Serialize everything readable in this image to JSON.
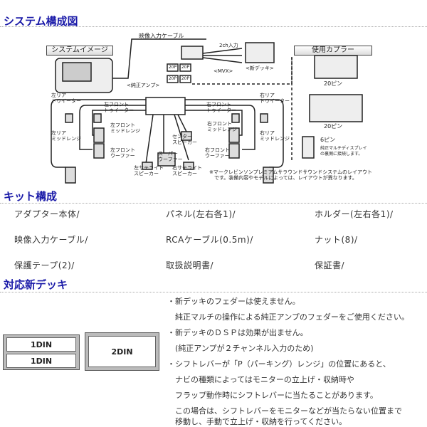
{
  "system": {
    "title": "システム構成図",
    "labels": {
      "video_cable": "映像入力ケーブル",
      "system_image": "システムイメージ",
      "coupler": "使用カプラー",
      "input_2ch": "2ch入力",
      "new_deck": "<新デッキ>",
      "mvx": "<MVX>",
      "amp": "<純正アンプ>",
      "left_rear_tweeter": "左リア\nトゥイーター",
      "right_rear_tweeter": "右リア\nトゥイーター",
      "left_front_tweeter": "左フロント\nトゥイーター",
      "right_front_tweeter": "右フロント\nトゥイーター",
      "left_front_mid": "左フロント\nミッドレンジ",
      "right_front_mid": "右フロント\nミッドレンジ",
      "left_rear_mid": "左リア\nミッドレンジ",
      "right_rear_mid": "右リア\nミッドレンジ",
      "center": "センター\nスピーカー",
      "sub": "スーパー\nウーファー",
      "left_front_woofer": "左フロント\nウーファー",
      "right_front_woofer": "右フロント\nウーファー",
      "left_sat": "左サテライト\nスピーカー",
      "right_sat": "右サテライト\nスピーカー",
      "pin20a": "20ピン",
      "pin20b": "20ピン",
      "pin6": "6ピン",
      "pin6_note": "純正マルチディスプレイ\nの裏側に接続します。",
      "note": "※マークレビンソンプレミアムサラウンドサウンドシステムのレイアウト\n　です。装備内容やモデルによっては、レイアウトが異なります。",
      "conn20p": "20P"
    }
  },
  "kit": {
    "title": "キット構成",
    "items": [
      "アダプター本体/",
      "パネル(左右各1)/",
      "ホルダー(左右各1)/",
      "映像入力ケーブル/",
      "RCAケーブル(0.5m)/",
      "ナット(8)/",
      "保護テープ(2)/",
      "取扱説明書/",
      "保証書/"
    ]
  },
  "deck": {
    "title": "対応新デッキ",
    "din1": "1DIN",
    "din2": "2DIN",
    "notes": [
      "・新デッキのフェダーは使えません。",
      "　純正マルチの操作による純正アンプのフェダーをご使用ください。",
      "・新デッキのＤＳＰは効果が出ません。",
      "　(純正アンプが２チャンネル入力のため)",
      "・シフトレバーが「P（パーキング）レンジ」の位置にあると、",
      "　ナビの種類によってはモニターの立上げ・収納時や",
      "　フラップ動作時にシフトレバーに当たることがあります。",
      "　この場合は、シフトレバーをモニターなどが当たらない位置まで",
      "　移動し、手動で立上げ・収納を行ってください。"
    ]
  },
  "colors": {
    "title": "#1a1aa8"
  }
}
